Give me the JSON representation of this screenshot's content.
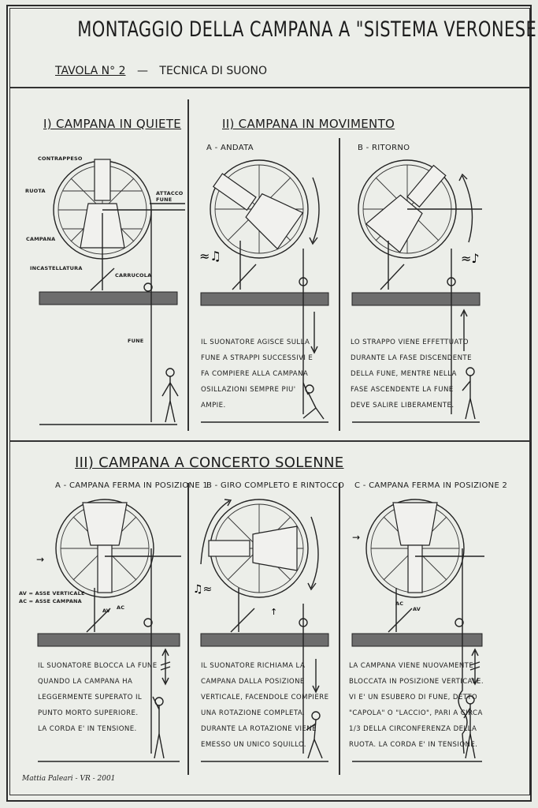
{
  "title": "MONTAGGIO DELLA CAMPANA A \"SISTEMA VERONESE\"",
  "table": {
    "number": "TAVOLA N° 2",
    "dash": "—",
    "topic": "TECNICA DI SUONO"
  },
  "section1": {
    "heading": "I) CAMPANA IN QUIETE",
    "labels": {
      "counterweight": "CONTRAPPESO",
      "wheel": "RUOTA",
      "rope_attach": "ATTACCO FUNE",
      "bell": "CAMPANA",
      "frame": "INCASTELLATURA",
      "pulley": "CARRUCOLA",
      "rope": "FUNE"
    }
  },
  "section2": {
    "heading": "II) CAMPANA IN MOVIMENTO",
    "a": {
      "label": "A - ANDATA",
      "note": [
        "IL SUONATORE AGISCE SULLA",
        "FUNE A STRAPPI SUCCESSIVI E",
        "FA COMPIERE ALLA CAMPANA",
        "OSILLAZIONI SEMPRE PIU'",
        "AMPIE."
      ]
    },
    "b": {
      "label": "B - RITORNO",
      "note": [
        "LO STRAPPO VIENE EFFETTUATO",
        "DURANTE LA FASE DISCENDENTE",
        "DELLA FUNE, MENTRE NELLA",
        "FASE ASCENDENTE LA FUNE",
        "DEVE SALIRE LIBERAMENTE."
      ]
    }
  },
  "section3": {
    "heading": "III) CAMPANA A CONCERTO SOLENNE",
    "a": {
      "label": "A - CAMPANA FERMA IN POSIZIONE 1",
      "axis_legend": [
        "AV = ASSE VERTICALE",
        "AC = ASSE CAMPANA"
      ],
      "av": "AV",
      "ac": "AC",
      "note": [
        "IL SUONATORE BLOCCA LA FUNE",
        "QUANDO LA CAMPANA HA",
        "LEGGERMENTE SUPERATO IL",
        "PUNTO MORTO SUPERIORE.",
        "LA CORDA E' IN TENSIONE."
      ]
    },
    "b": {
      "label": "B - GIRO COMPLETO E RINTOCCO",
      "note": [
        "IL SUONATORE RICHIAMA LA",
        "CAMPANA DALLA POSIZIONE",
        "VERTICALE, FACENDOLE COMPIERE",
        "UNA ROTAZIONE COMPLETA.",
        "DURANTE LA ROTAZIONE VIENE",
        "EMESSO UN UNICO SQUILLO."
      ]
    },
    "c": {
      "label": "C - CAMPANA FERMA IN POSIZIONE 2",
      "ac": "AC",
      "av": "AV",
      "note": [
        "LA CAMPANA VIENE NUOVAMENTE",
        "BLOCCATA IN POSIZIONE VERTICALE.",
        "VI E' UN ESUBERO DI FUNE, DETTO",
        "\"CAPOLA\" O \"LACCIO\", PARI A CIRCA",
        "1/3 DELLA CIRCONFERENZA DELLA",
        "RUOTA. LA CORDA E' IN TENSIONE."
      ]
    }
  },
  "signature": "Mattia Paleari - VR - 2001",
  "colors": {
    "paper": "#eceee9",
    "ink": "#1c1c1c",
    "beam": "#6d6d6d"
  }
}
